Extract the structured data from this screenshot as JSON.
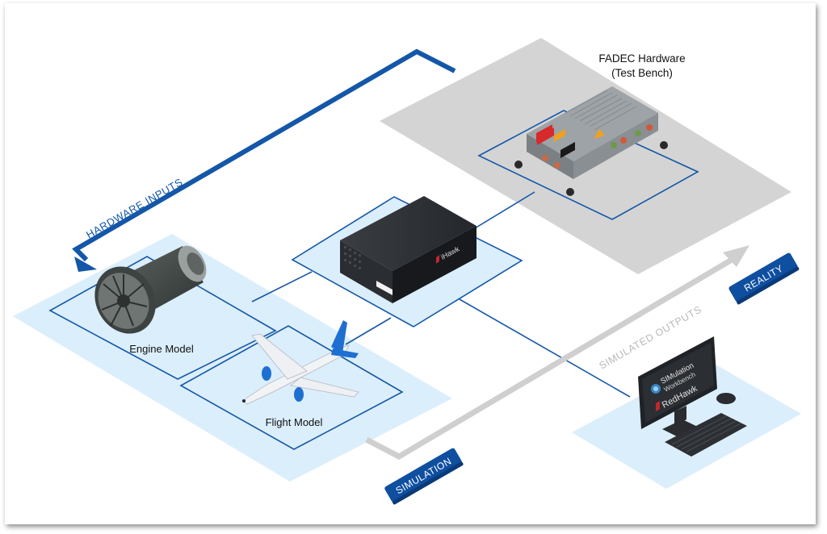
{
  "labels": {
    "fadec_title_line1": "FADEC Hardware",
    "fadec_title_line2": "(Test Bench)",
    "hardware_inputs": "HARDWARE INPUTS",
    "engine_model": "Engine Model",
    "flight_model": "Flight Model",
    "reality": "REALITY",
    "simulation": "SIMULATION",
    "simulated_outputs": "SIMULATED OUTPUTS",
    "ihawk_brand": "iHawk",
    "monitor_line1": "SIMulation",
    "monitor_line2": "Workbench",
    "monitor_brand": "RedHawk"
  },
  "colors": {
    "panel_light_blue": "#dbeefb",
    "panel_gray": "#d4d4d4",
    "accent_blue": "#1457a8",
    "badge_blue": "#0f4fa0",
    "arrow_gray": "#cfcfcf",
    "dark_box": "#1f2226"
  },
  "icons": [
    "engine-icon",
    "airplane-icon",
    "ihawk-server-icon",
    "fadec-hardware-icon",
    "workstation-icon"
  ]
}
